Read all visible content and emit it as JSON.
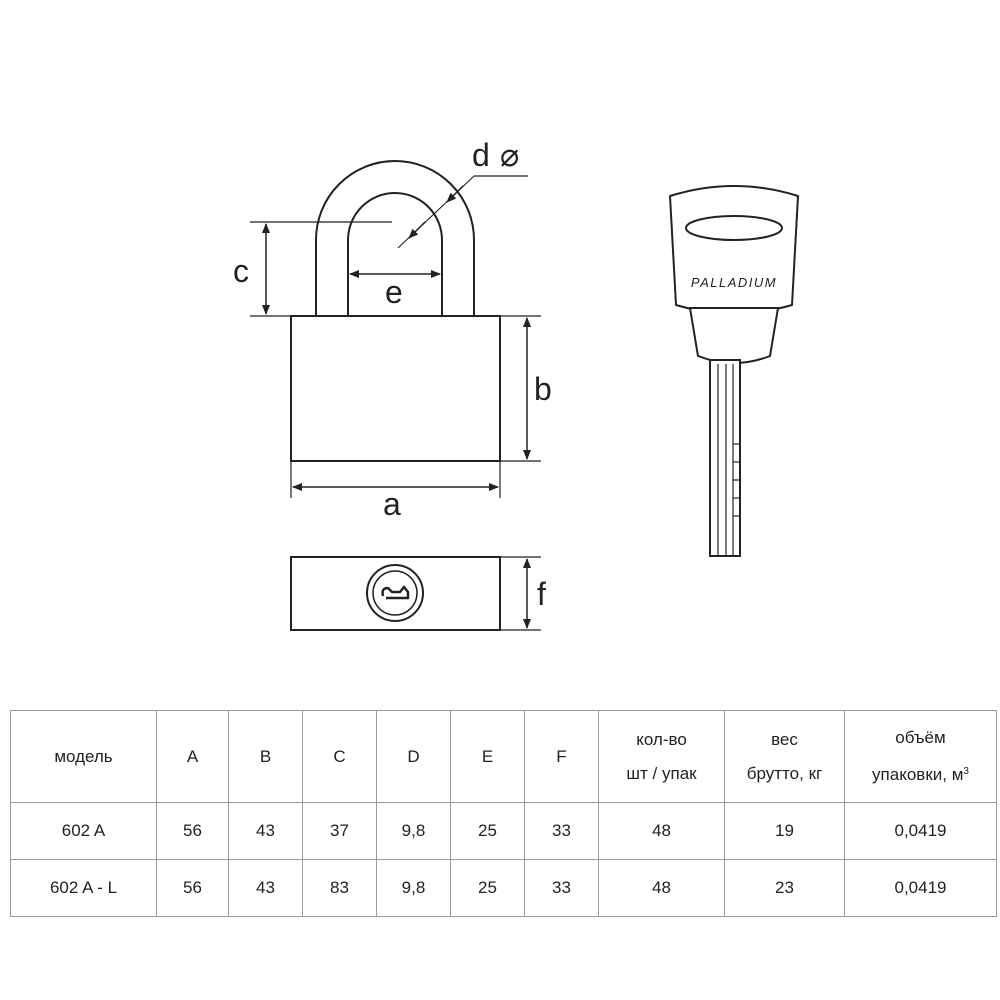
{
  "drawing": {
    "labels": {
      "a": "a",
      "b": "b",
      "c": "c",
      "d": "d",
      "diameter_symbol": "⌀",
      "e": "e",
      "f": "f"
    },
    "key_brand": "PALLADIUM"
  },
  "table": {
    "headers": {
      "model": "модель",
      "A": "A",
      "B": "B",
      "C": "C",
      "D": "D",
      "E": "E",
      "F": "F",
      "qty_line1": "кол-во",
      "qty_line2": "шт / упак",
      "weight_line1": "вес",
      "weight_line2": "брутто, кг",
      "volume_line1": "объём",
      "volume_line2": "упаковки, м",
      "volume_sup": "3"
    },
    "rows": [
      {
        "model": "602 A",
        "A": "56",
        "B": "43",
        "C": "37",
        "D": "9,8",
        "E": "25",
        "F": "33",
        "qty": "48",
        "weight": "19",
        "volume": "0,0419"
      },
      {
        "model": "602 A - L",
        "A": "56",
        "B": "43",
        "C": "83",
        "D": "9,8",
        "E": "25",
        "F": "33",
        "qty": "48",
        "weight": "23",
        "volume": "0,0419"
      }
    ]
  }
}
